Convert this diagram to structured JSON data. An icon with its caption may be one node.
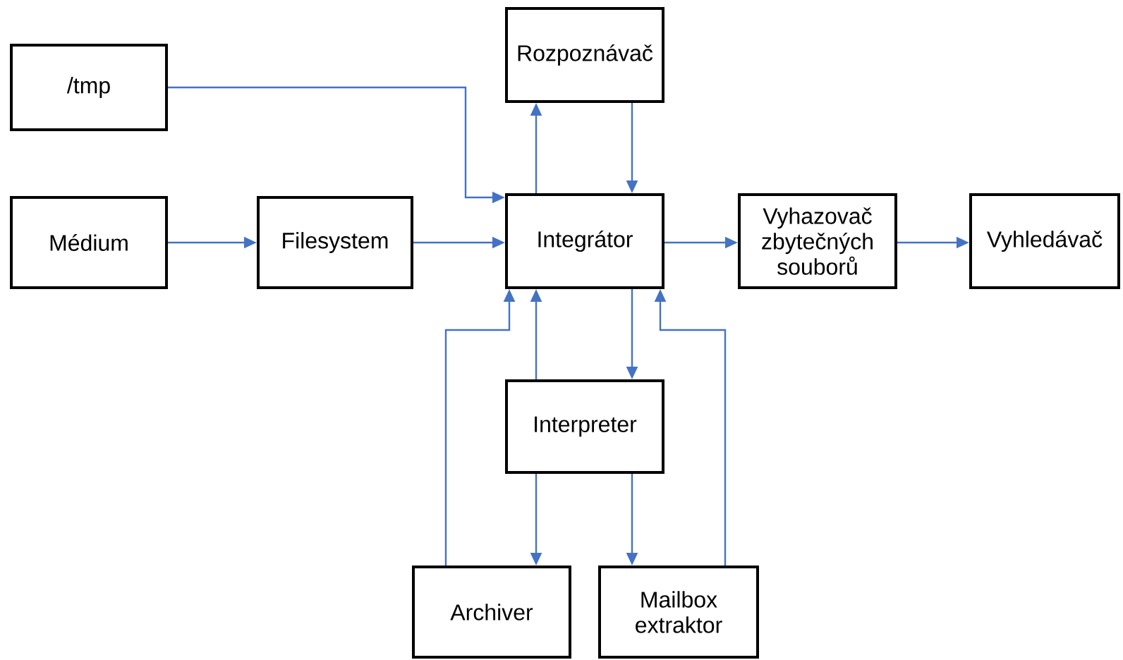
{
  "diagram": {
    "nodes": [
      {
        "text": [
          "Rozpoznávač"
        ]
      },
      {
        "text": [
          "/tmp"
        ]
      },
      {
        "text": [
          "Médium"
        ]
      },
      {
        "text": [
          "Filesystem"
        ]
      },
      {
        "text": [
          "Integrátor"
        ]
      },
      {
        "text": [
          "Vyhazovač zbytečných souborů"
        ]
      },
      {
        "text": [
          "Vyhledávač"
        ]
      },
      {
        "text": [
          "Interpreter"
        ]
      },
      {
        "text": [
          "Archiver"
        ]
      },
      {
        "text": [
          "Mailbox extraktor"
        ]
      }
    ],
    "edges": [
      {
        "from": 1,
        "to": 4,
        "arrow": "to"
      },
      {
        "from": 2,
        "to": 3,
        "arrow": "to"
      },
      {
        "from": 3,
        "to": 4,
        "arrow": "to"
      },
      {
        "from": 4,
        "to": 0,
        "arrow": "to"
      },
      {
        "from": 0,
        "to": 4,
        "arrow": "to"
      },
      {
        "from": 4,
        "to": 5,
        "arrow": "to"
      },
      {
        "from": 5,
        "to": 6,
        "arrow": "to"
      },
      {
        "from": 7,
        "to": 4,
        "arrow": "to"
      },
      {
        "from": 4,
        "to": 7,
        "arrow": "to"
      },
      {
        "from": 8,
        "to": 4,
        "arrow": "to"
      },
      {
        "from": 9,
        "to": 4,
        "arrow": "to"
      },
      {
        "from": 7,
        "to": 8,
        "arrow": "to"
      },
      {
        "from": 7,
        "to": 9,
        "arrow": "to"
      }
    ]
  }
}
